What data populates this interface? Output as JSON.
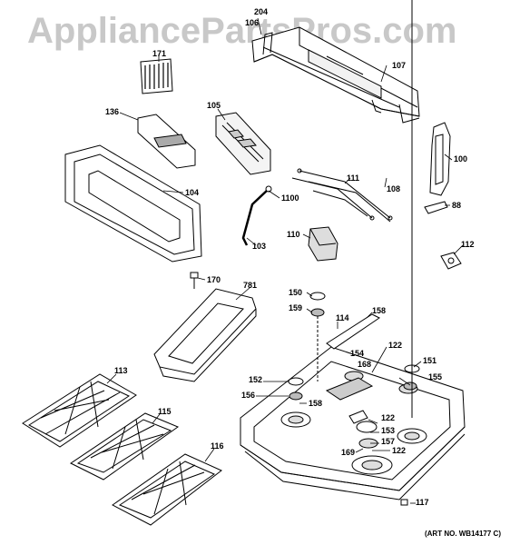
{
  "watermark": "AppliancePartsPros.com",
  "art_number": "(ART NO. WB14177 C)",
  "callouts": {
    "p204": "204",
    "p106": "106",
    "p107": "107",
    "p171": "171",
    "p105": "105",
    "p136": "136",
    "p104": "104",
    "p100": "100",
    "p108": "108",
    "p88": "88",
    "p111": "111",
    "p1100": "1100",
    "p103": "103",
    "p110": "110",
    "p112": "112",
    "p170": "170",
    "p781": "781",
    "p150": "150",
    "p159": "159",
    "p114": "114",
    "p158a": "158",
    "p154": "154",
    "p168": "168",
    "p122a": "122",
    "p151": "151",
    "p152": "152",
    "p155": "155",
    "p156": "156",
    "p158b": "158",
    "p122b": "122",
    "p153": "153",
    "p157": "157",
    "p169": "169",
    "p122c": "122",
    "p113": "113",
    "p115": "115",
    "p116": "116",
    "p117": "117"
  },
  "colors": {
    "line": "#000000",
    "watermark": "#c8c8c8",
    "shade": "#d9d9d9"
  }
}
